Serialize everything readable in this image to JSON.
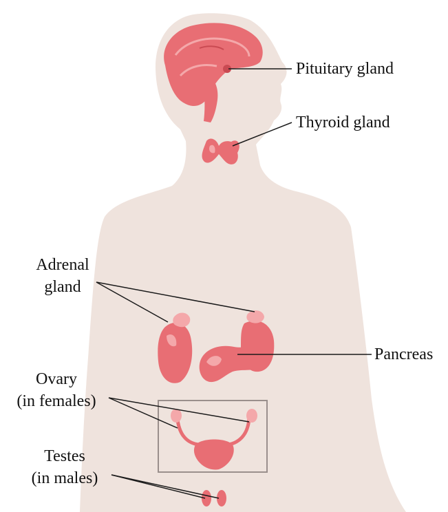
{
  "colors": {
    "body": "#efe3dd",
    "organ": "#e86e74",
    "organ_light": "#f4a8aa",
    "organ_dark": "#c94a52",
    "line": "#1a1a1a"
  },
  "labels": {
    "pituitary": "Pituitary gland",
    "thyroid": "Thyroid gland",
    "adrenal_1": "Adrenal",
    "adrenal_2": "gland",
    "pancreas": "Pancreas",
    "ovary_1": "Ovary",
    "ovary_2": "(in females)",
    "testes_1": "Testes",
    "testes_2": "(in males)"
  }
}
